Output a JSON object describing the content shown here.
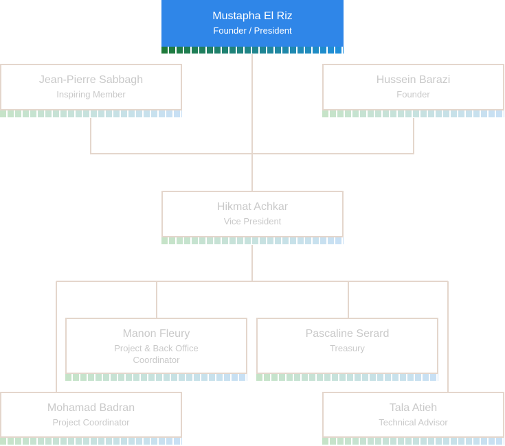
{
  "org_chart": {
    "nodes": [
      {
        "id": "mustapha",
        "name": "Mustapha El Riz",
        "role": "Founder / President",
        "highlighted": true
      },
      {
        "id": "jean-pierre",
        "name": "Jean-Pierre Sabbagh",
        "role": "Inspiring Member"
      },
      {
        "id": "hussein",
        "name": "Hussein Barazi",
        "role": "Founder"
      },
      {
        "id": "hikmat",
        "name": "Hikmat Achkar",
        "role": "Vice President"
      },
      {
        "id": "manon",
        "name": "Manon Fleury",
        "role": "Project & Back Office Coordinator"
      },
      {
        "id": "pascaline",
        "name": "Pascaline Serard",
        "role": "Treasury"
      },
      {
        "id": "mohamad",
        "name": "Mohamad Badran",
        "role": "Project Coordinator"
      },
      {
        "id": "tala",
        "name": "Tala Atieh",
        "role": "Technical Advisor"
      }
    ]
  },
  "colors": {
    "highlight": "#2f86e8",
    "border": "#e4d6cc",
    "text_muted": "#c9c9c9",
    "connector": "#e4d6cc",
    "bar_active_from": "#1e7a3a",
    "bar_active_to": "#1f8fe0",
    "bar_muted_from": "#c6e3c8",
    "bar_muted_to": "#c8e0f6"
  }
}
